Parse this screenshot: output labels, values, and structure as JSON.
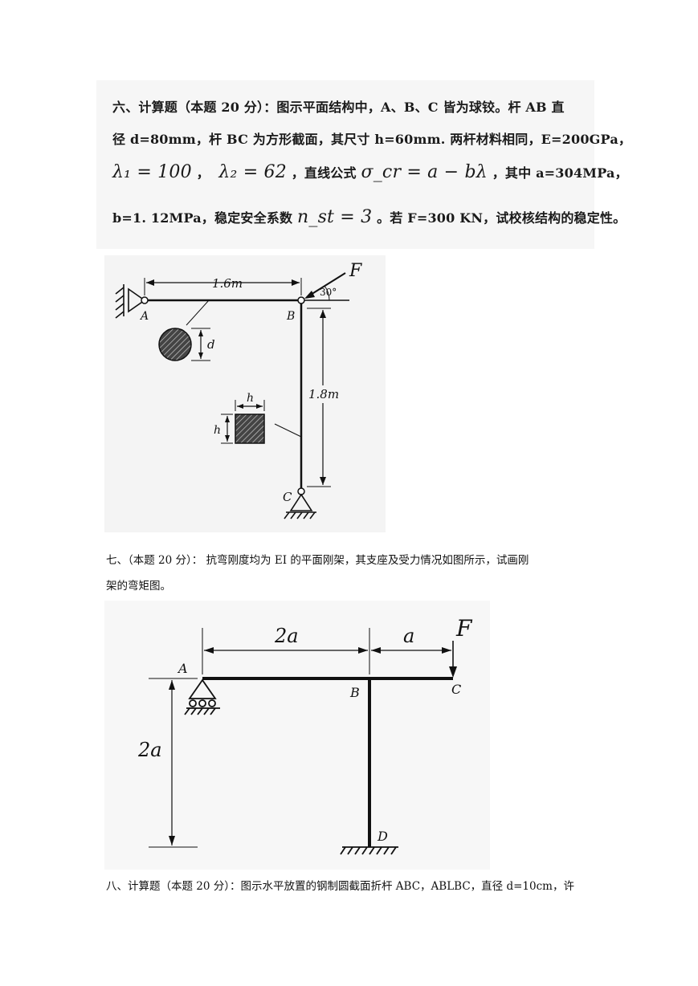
{
  "problem6": {
    "line1": "六、计算题（本题 20 分）：图示平面结构中，A、B、C 皆为球铰。杆 AB 直",
    "line2": "径 d=80mm，杆 BC 为方形截面，其尺寸 h=60mm. 两杆材料相同，E=200GPa，",
    "lambda1": "λ₁ = 100",
    "lambda2": "λ₂ = 62",
    "formula_prefix": "，直线公式",
    "formula": "σ_cr = a − bλ",
    "formula_suffix": "，其中 a=304MPa，",
    "line4_prefix": "b=1. 12MPa，稳定安全系数",
    "nst": "n_st = 3",
    "line4_suffix": "。若 F=300 KN，试校核结构的稳定性。",
    "figure": {
      "len_ab": "1.6m",
      "len_bc": "1.8m",
      "force": "F",
      "angle": "30°",
      "label_a": "A",
      "label_b": "B",
      "label_c": "C",
      "label_d": "d",
      "label_h_top": "h",
      "label_h_side": "h"
    }
  },
  "problem7": {
    "line1": "七、（本题 20 分）： 抗弯刚度均为 EI 的平面刚架，其支座及受力情况如图所示，试画刚",
    "line2": "架的弯矩图。",
    "figure": {
      "dim_2a_top": "2a",
      "dim_a_top": "a",
      "dim_2a_left": "2a",
      "force": "F",
      "label_a": "A",
      "label_b": "B",
      "label_c": "C",
      "label_d": "D"
    }
  },
  "problem8": {
    "line1": "八、计算题（本题 20 分）：图示水平放置的钢制圆截面折杆 ABC，ABLBC，直径 d=10cm，许"
  }
}
